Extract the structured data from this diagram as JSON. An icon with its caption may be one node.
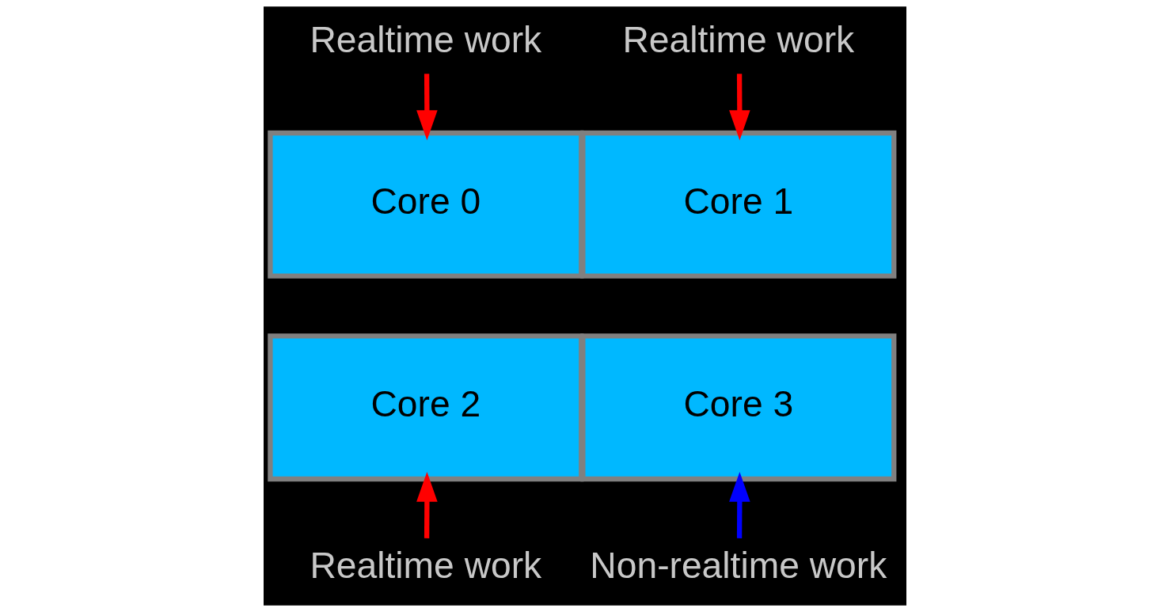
{
  "diagram": {
    "nodes": [
      {
        "text": [
          "Realtime work"
        ]
      },
      {
        "text": [
          "Realtime work"
        ]
      },
      {
        "text": [
          "Core 0"
        ]
      },
      {
        "text": [
          "Core 1"
        ]
      },
      {
        "text": [
          "Core 2"
        ]
      },
      {
        "text": [
          "Core 3"
        ]
      },
      {
        "text": [
          "Realtime work"
        ]
      },
      {
        "text": [
          "Non-realtime work"
        ]
      }
    ],
    "edges": [
      {
        "from": 0,
        "to": 2,
        "arrow": "to"
      },
      {
        "from": 1,
        "to": 3,
        "arrow": "to"
      },
      {
        "from": 6,
        "to": 4,
        "arrow": "to"
      },
      {
        "from": 7,
        "to": 5,
        "arrow": "to",
        "color": "#0000ff"
      }
    ]
  }
}
